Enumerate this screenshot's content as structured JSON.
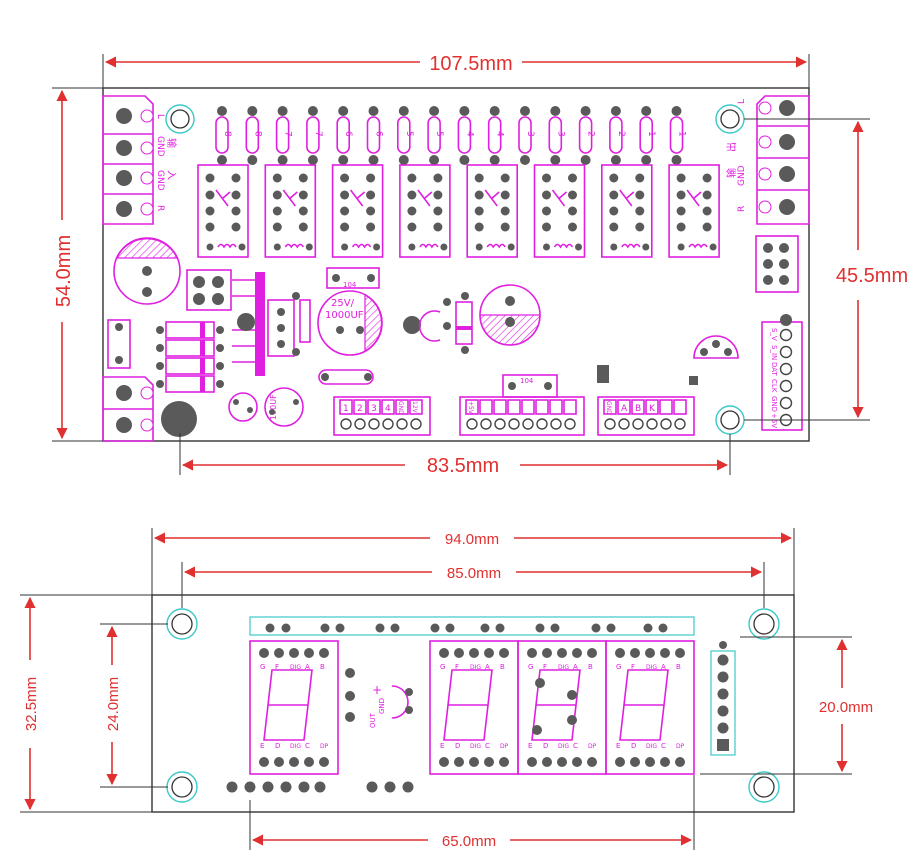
{
  "top_board": {
    "width_label": "107.5mm",
    "height_label": "54.0mm",
    "hole_span_h_label": "83.5mm",
    "hole_span_v_label": "45.5mm",
    "relay_numbers": [
      "8",
      "8",
      "7",
      "7",
      "6",
      "6",
      "5",
      "5",
      "4",
      "4",
      "3",
      "3",
      "2",
      "2",
      "1",
      "1"
    ],
    "cap_main": "25V/\n1000UF",
    "cap_main_l1": "25V/",
    "cap_main_l2": "1000UF",
    "cap_small": "100UF",
    "cap_label_104a": "104",
    "cap_label_104b": "104",
    "left_terminal_labels": [
      "L",
      "GND",
      "入",
      "GND",
      "R"
    ],
    "left_top_labels": [
      "输",
      "入"
    ],
    "right_terminal_labels": [
      "L",
      "GND",
      "R"
    ],
    "right_top_labels": [
      "输",
      "出"
    ],
    "conn1_labels": [
      "1",
      "2",
      "3",
      "4",
      "GND",
      "12V"
    ],
    "conn2_labels": [
      "+5V"
    ],
    "conn3_labels": [
      "GND",
      "A",
      "B",
      "K"
    ],
    "side_conn_labels": [
      "S_V",
      "S_IN",
      "DAT",
      "CLK",
      "GND",
      "+5V"
    ]
  },
  "bottom_board": {
    "width_label": "94.0mm",
    "hole_span_h_label": "85.0mm",
    "height_label": "32.5mm",
    "hole_span_v_label": "24.0mm",
    "display_span_label": "65.0mm",
    "display_height_label": "20.0mm",
    "seg_labels_top": [
      "G",
      "F",
      "DIG",
      "A",
      "B"
    ],
    "seg_labels_bottom": [
      "E",
      "D",
      "DIG",
      "C",
      "DP"
    ],
    "ir_labels": [
      "OUT",
      "GND",
      "+"
    ]
  },
  "colors": {
    "dimension": "#e03030",
    "silkscreen": "#e020e0",
    "pad": "#5a5a5a",
    "hole_ring": "#3cc8c8"
  }
}
